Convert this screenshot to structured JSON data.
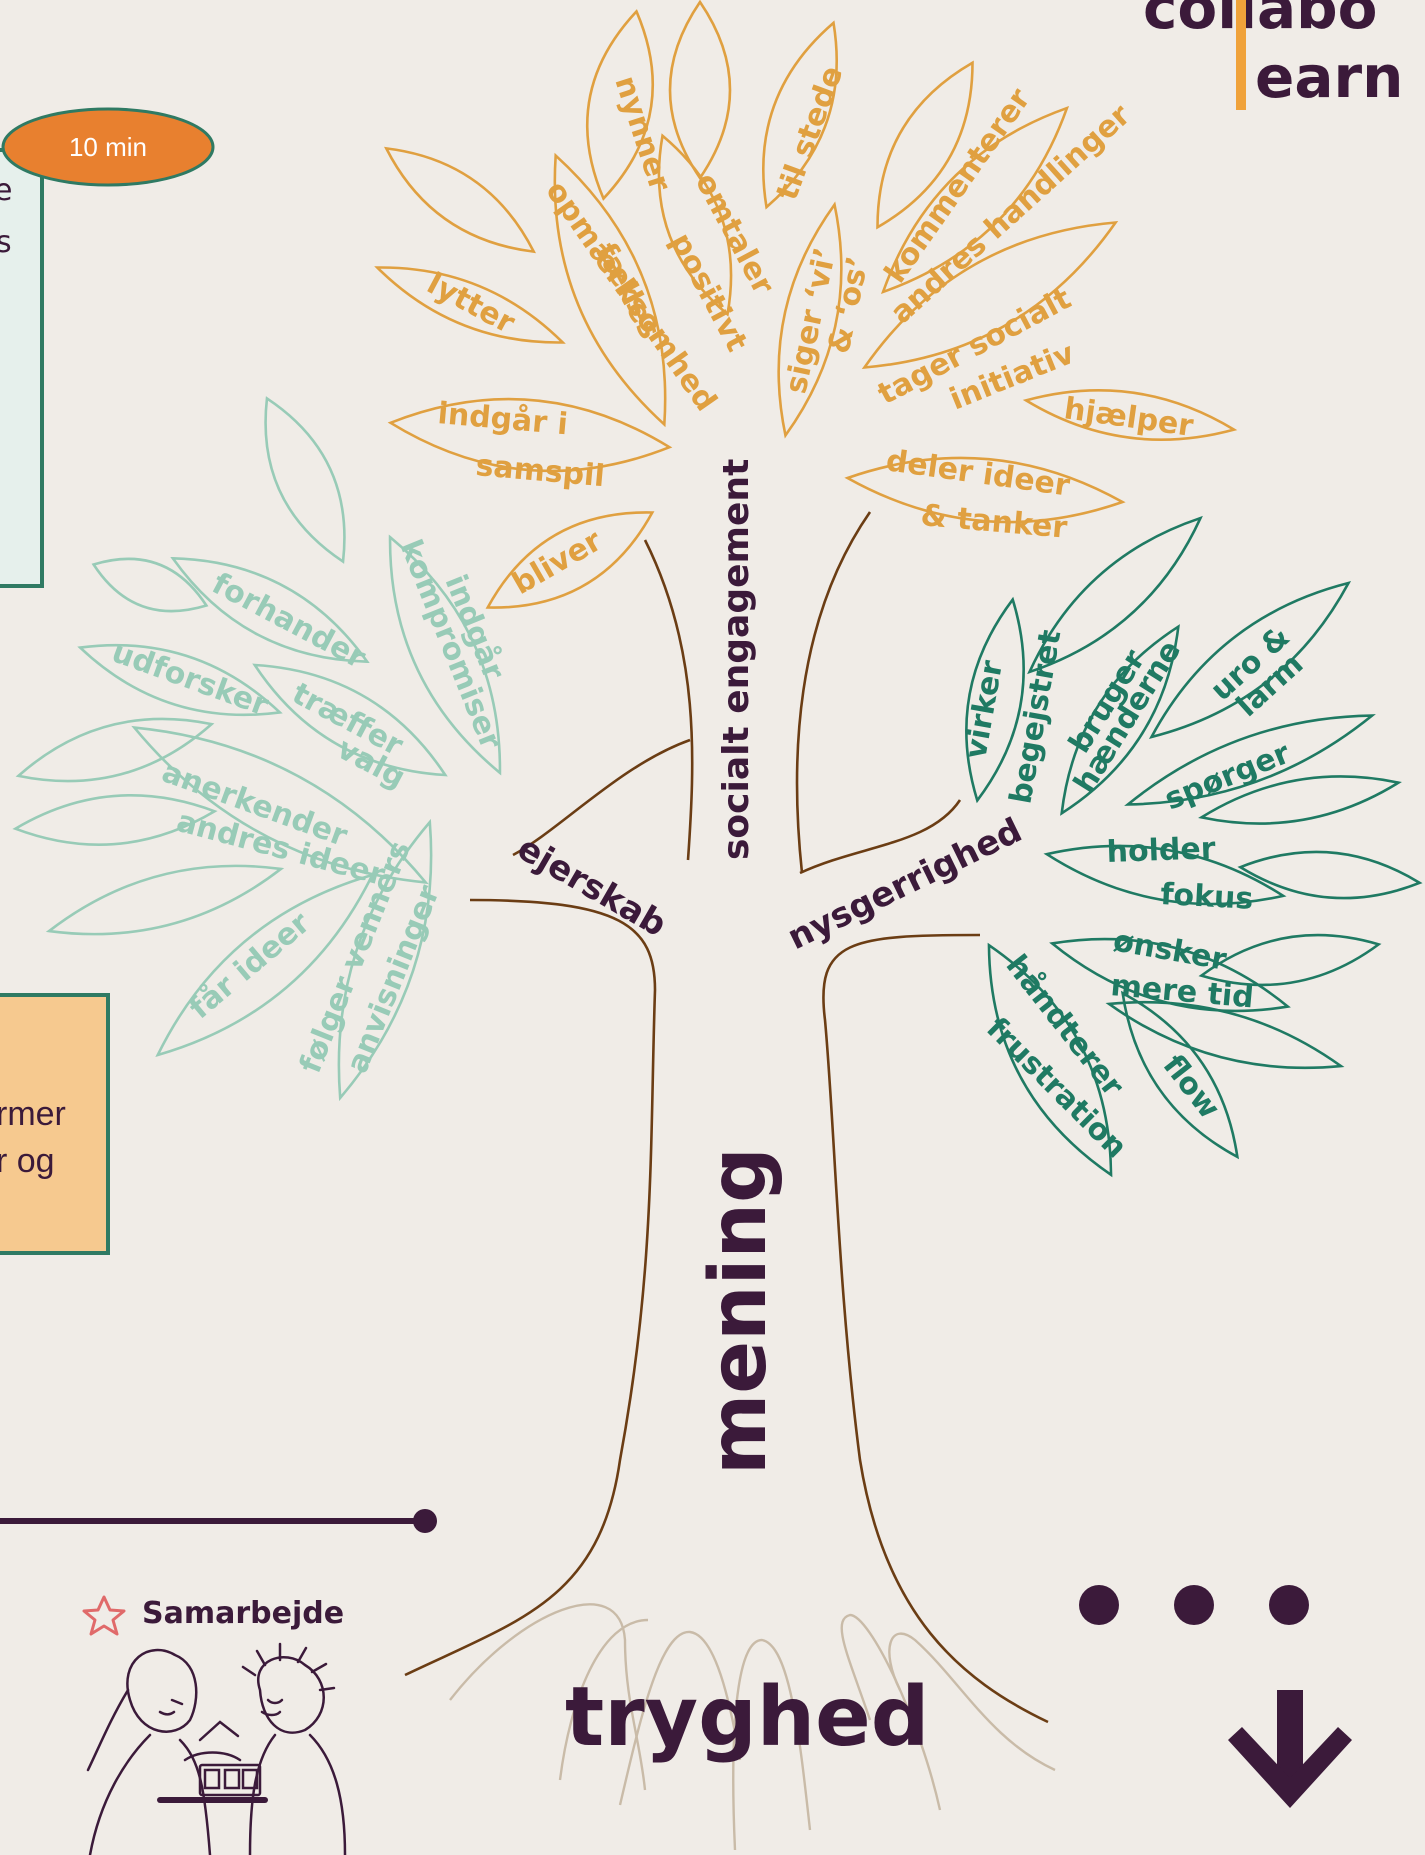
{
  "logo": {
    "line1": "collabo",
    "line2": "earn"
  },
  "timer": {
    "label": "10 min"
  },
  "left_box_top": {
    "text1": "e",
    "text2": "s"
  },
  "left_box_bottom": {
    "text1": "rmer",
    "text2": "r og"
  },
  "badge": {
    "icon": "star-outline-icon",
    "label": "Samarbejde"
  },
  "tree": {
    "root_label": "tryghed",
    "trunk_label": "mening",
    "branches": {
      "left": "ejerskab",
      "center": "socialt engagement",
      "right": "nysgerrighed"
    },
    "orange_words": {
      "nynner": "nynner",
      "til_stede": "til stede",
      "kommenterer_1": "kommenterer",
      "kommenterer_2": "andres handlinger",
      "omtaler_1": "omtaler",
      "omtaler_2": "positivt",
      "faelles_1": "fælles",
      "faelles_2": "opmærksomhed",
      "siger_1": "siger ‘vi’",
      "siger_2": "& ‘os’",
      "lytter": "lytter",
      "tager_1": "tager socialt",
      "tager_2": "initiativ",
      "hjaelper": "hjælper",
      "indgaar_1": "indgår i",
      "indgaar_2": "samspil",
      "deler_1": "deler ideer",
      "deler_2": "& tanker",
      "bliver": "bliver"
    },
    "mint_words": {
      "forhander": "forhander",
      "indgaar_1": "indgår",
      "indgaar_2": "kompromiser",
      "udforsker": "udforsker",
      "traeffer_1": "træffer",
      "traeffer_2": "valg",
      "anerkender_1": "anerkender",
      "anerkender_2": "andres ideer",
      "faar_ideer": "får ideer",
      "foelger_1": "følger venners",
      "foelger_2": "anvisninger"
    },
    "green_words": {
      "virker_1": "virker",
      "virker_2": "begejstret",
      "bruger_1": "bruger",
      "bruger_2": "hænderne",
      "uro_1": "uro &",
      "uro_2": "larm",
      "spoerger": "spørger",
      "holder_1": "holder",
      "holder_2": "fokus",
      "oensker_1": "ønsker",
      "oensker_2": "mere tid",
      "haandterer_1": "håndterer",
      "haandterer_2": "frustration",
      "flow": "flow"
    }
  },
  "more_icon": "ellipsis-icon",
  "down_icon": "arrow-down-icon",
  "colors": {
    "background": "#f0ece7",
    "orange": "#e0a040",
    "mint": "#98cbb7",
    "green": "#1f7a63",
    "plum": "#3b1a3a",
    "timer": "#e8802f"
  }
}
